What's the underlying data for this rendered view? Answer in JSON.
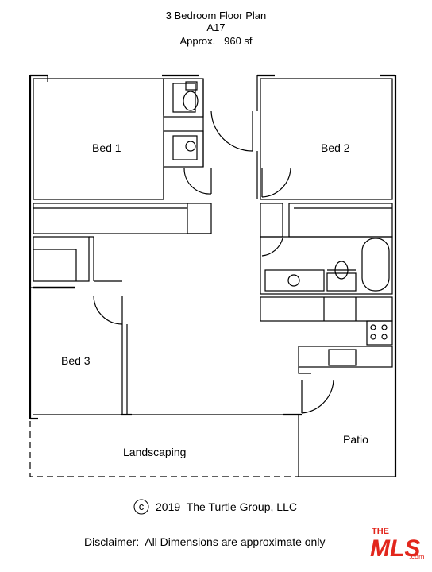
{
  "header": {
    "title": "3 Bedroom Floor Plan",
    "unit": "A17",
    "size": "Approx.   960 sf"
  },
  "rooms": {
    "bed1": "Bed 1",
    "bed2": "Bed 2",
    "bed3": "Bed 3",
    "patio": "Patio",
    "landscaping": "Landscaping"
  },
  "footer": {
    "copyright_symbol": "c",
    "copyright": "2019  The Turtle Group, LLC",
    "disclaimer": "Disclaimer:  All Dimensions are approximate only"
  },
  "logo": {
    "text": "THE MLS .com",
    "color": "#e2261c"
  }
}
